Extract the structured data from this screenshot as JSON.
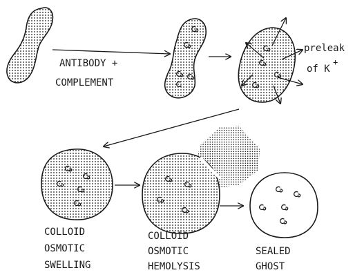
{
  "diagram": {
    "labels": {
      "antibody_line1": "ANTIBODY +",
      "antibody_line2": "COMPLEMENT",
      "preleak_line1": "preleak",
      "preleak_line2": "of K",
      "preleak_sup": "+",
      "colloid_swelling_1": "COLLOID",
      "colloid_swelling_2": "OSMOTIC",
      "colloid_swelling_3": "SWELLING",
      "colloid_hemolysis_1": "COLLOID",
      "colloid_hemolysis_2": "OSMOTIC",
      "colloid_hemolysis_3": "HEMOLYSIS",
      "sealed_1": "SEALED",
      "sealed_2": "GHOST"
    },
    "colors": {
      "ink": "#1a1a1a",
      "paper": "#ffffff"
    }
  }
}
